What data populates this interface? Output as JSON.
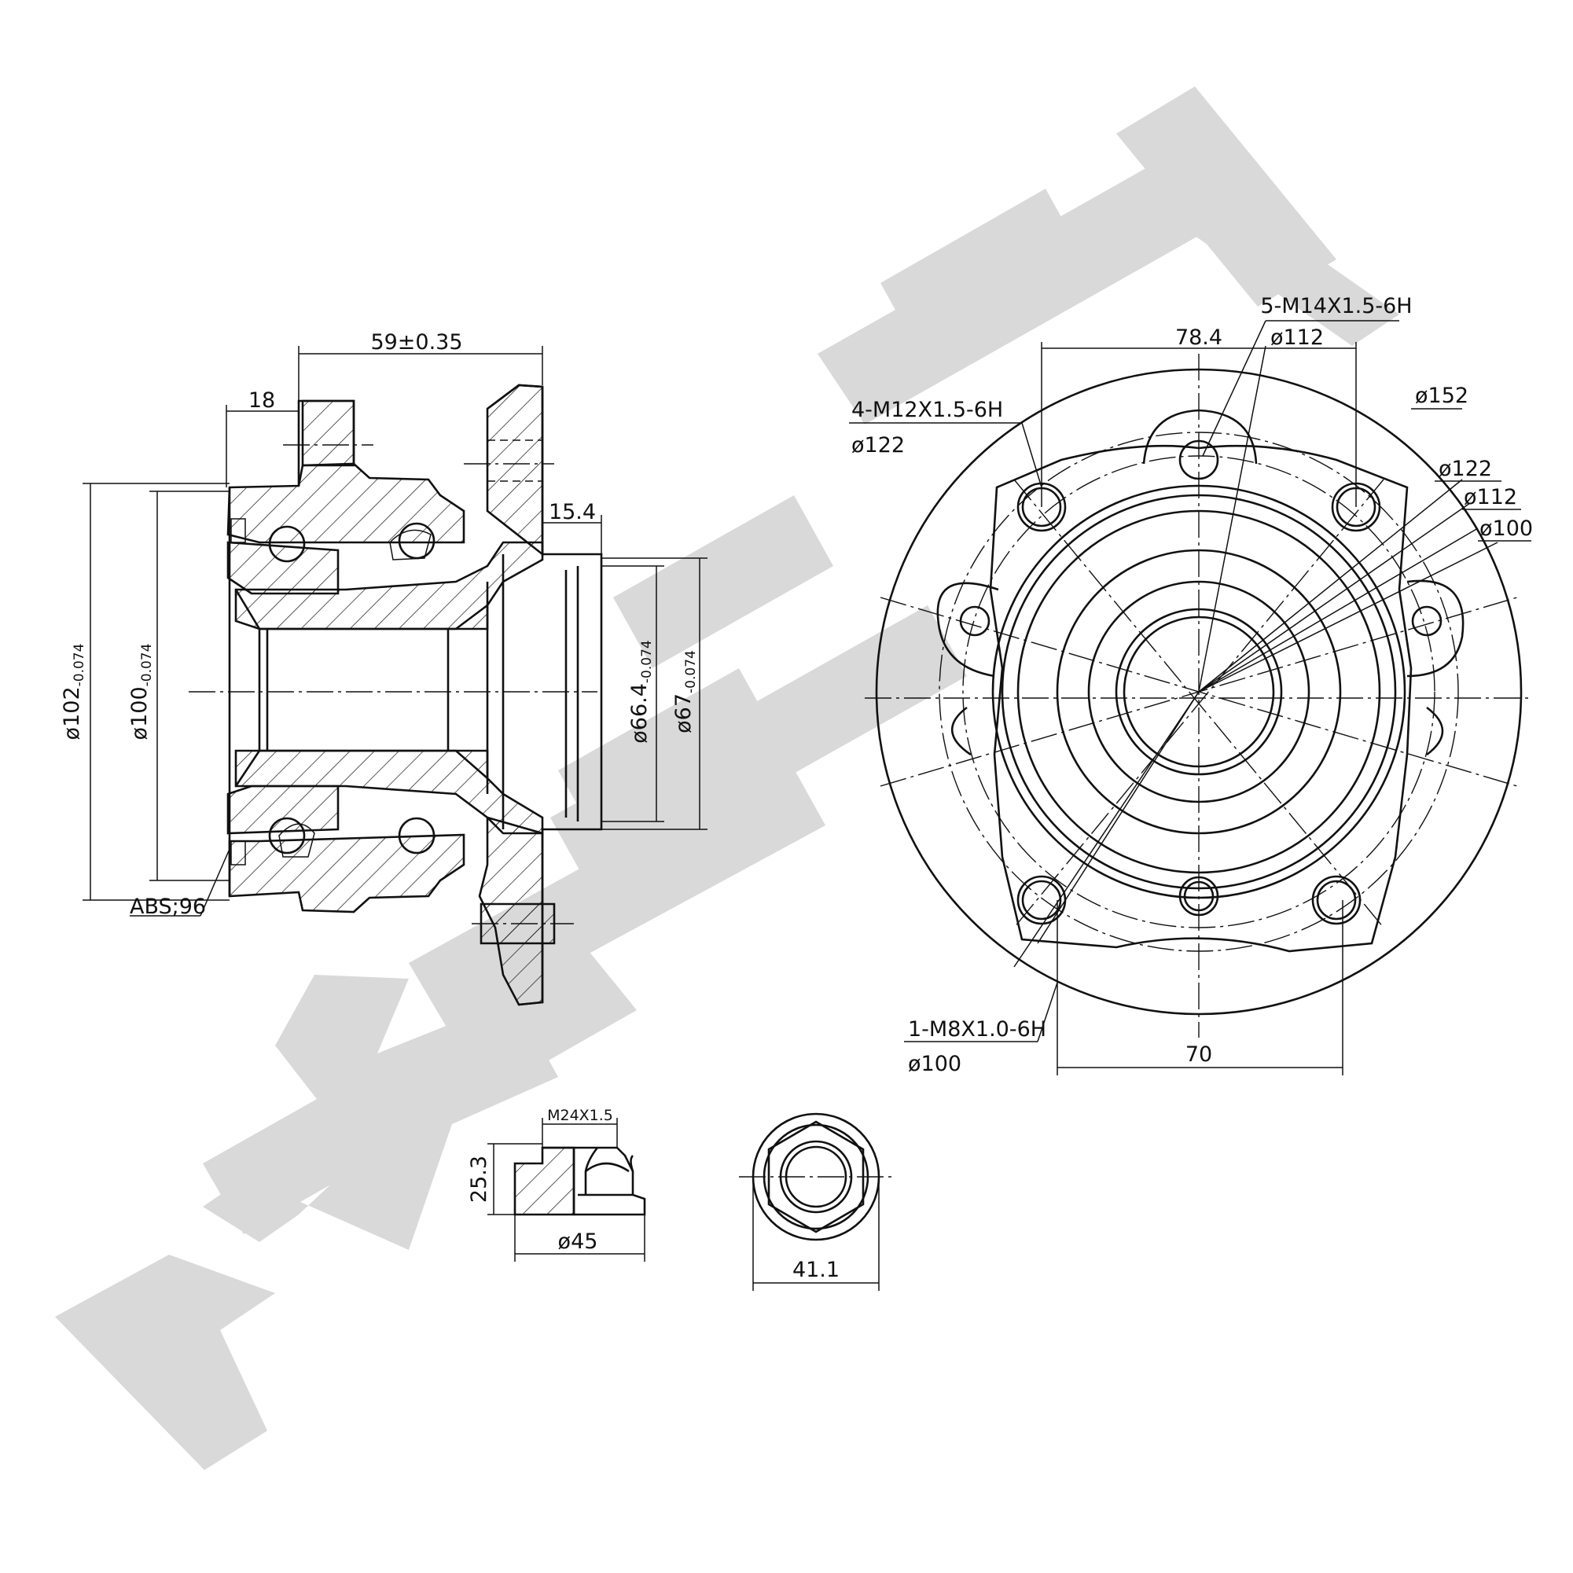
{
  "watermark": {
    "color": "#d9d9d9",
    "description": "ZENTEK diagonal brand watermark"
  },
  "side_view": {
    "flange_width": "59±0.35",
    "flange_offset": "18",
    "pilot_length": "15.4",
    "dia_102": {
      "symbol": "ø",
      "value": "102",
      "tolerance": "-0.074"
    },
    "dia_100": {
      "symbol": "ø",
      "value": "100",
      "tolerance": "-0.074"
    },
    "dia_66_4": {
      "symbol": "ø",
      "value": "66.4",
      "tolerance": "-0.074"
    },
    "dia_67": {
      "symbol": "ø",
      "value": "67",
      "tolerance": "-0.074"
    },
    "abs_label": "ABS;96"
  },
  "front_view": {
    "studs_label": "5-M14X1.5-6H",
    "studs_pcd": "ø112",
    "studs_span": "78.4",
    "mount_label": "4-M12X1.5-6H",
    "mount_pcd": "ø122",
    "dia_152": "ø152",
    "dia_122": "ø122",
    "dia_112": "ø112",
    "dia_100": "ø100",
    "sensor_label": "1-M8X1.0-6H",
    "sensor_pcd": "ø100",
    "bottom_span": "70"
  },
  "nut_view": {
    "thread": "M24X1.5",
    "height": "25.3",
    "flange_dia": "ø45",
    "across_flats": "41.1"
  }
}
